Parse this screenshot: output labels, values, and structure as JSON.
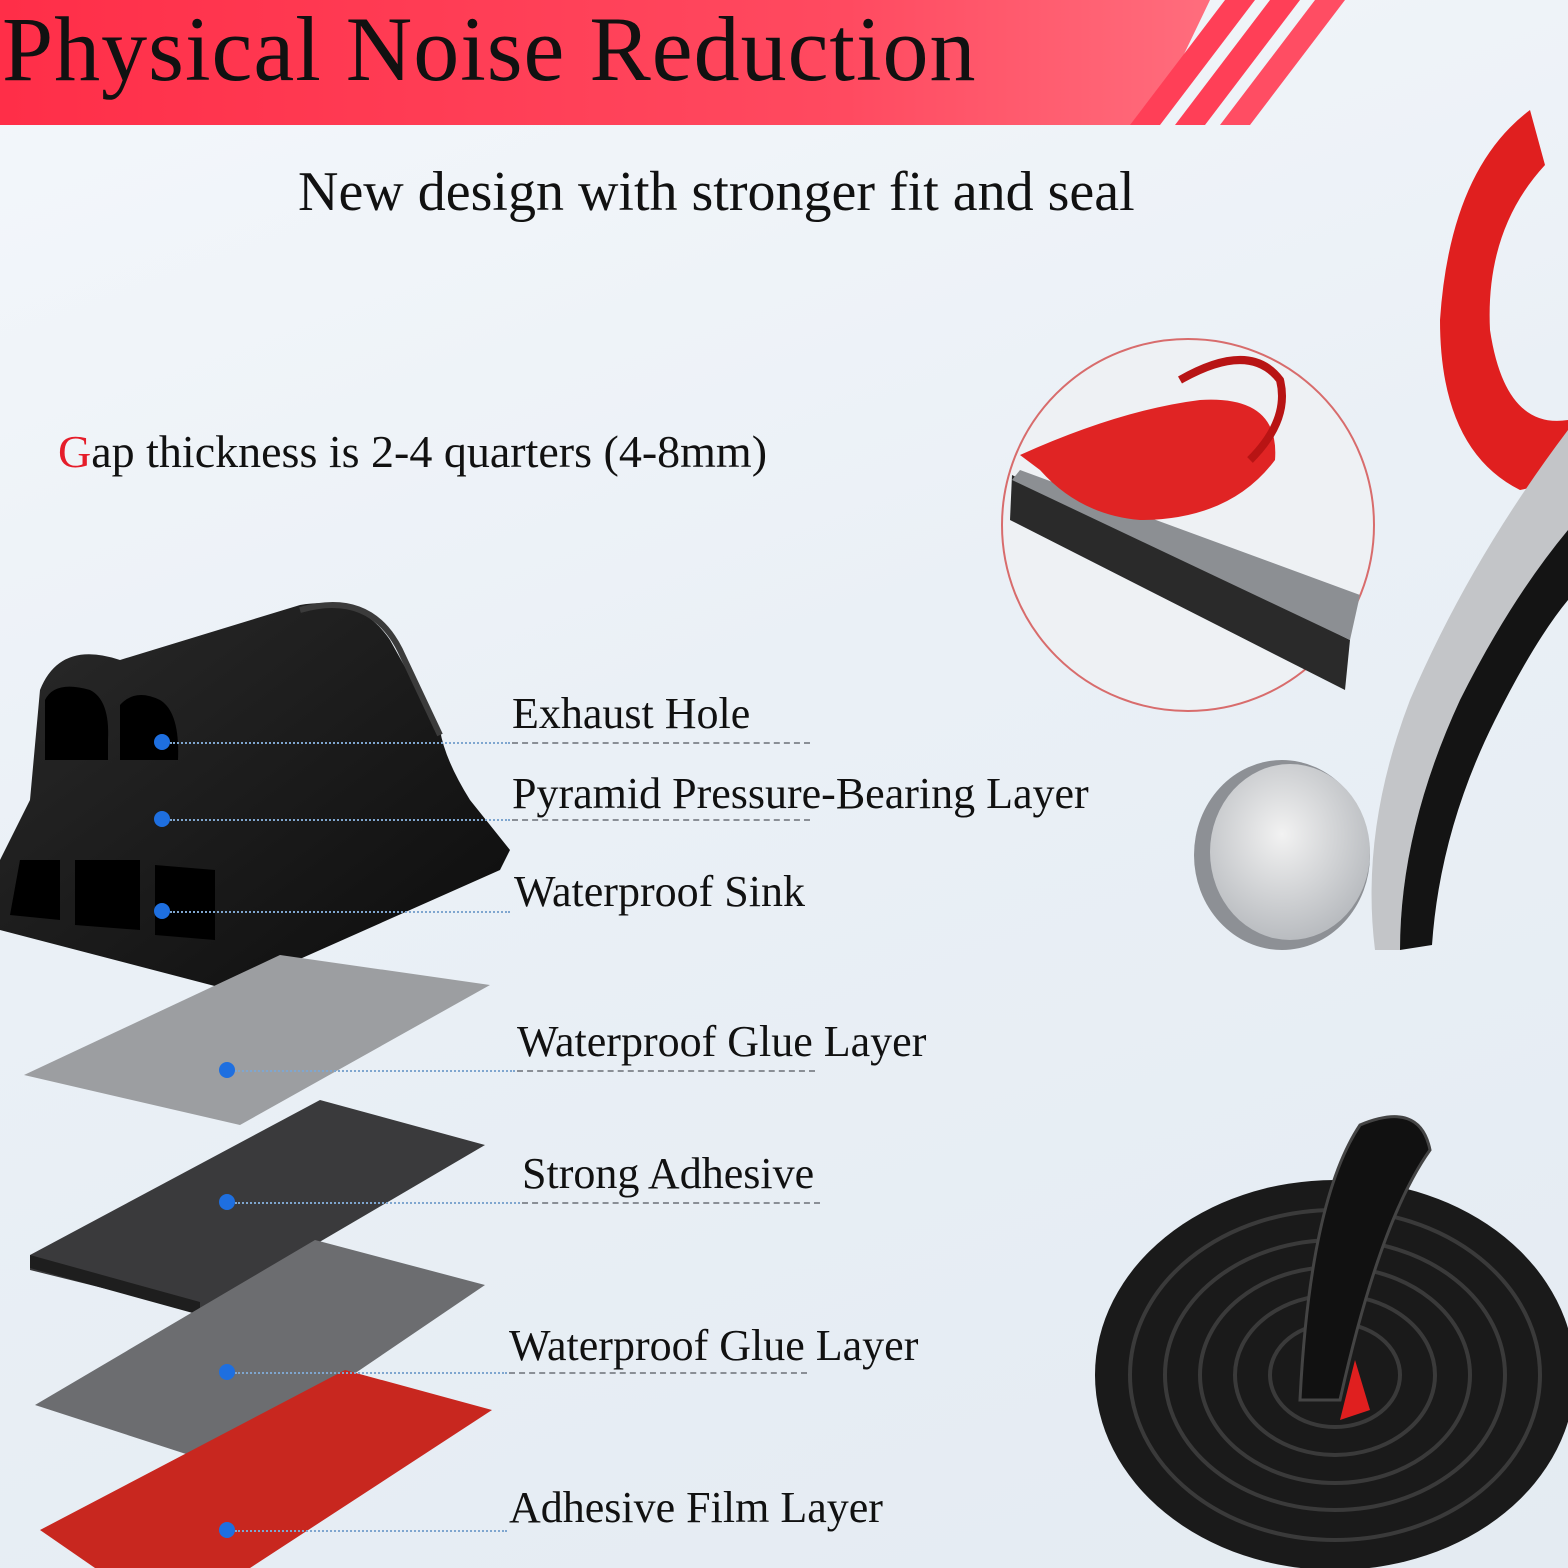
{
  "header": {
    "title": "Physical Noise Reduction",
    "accent_color": "#ff3b53"
  },
  "subtitle": "New design with stronger fit and seal",
  "gap_note": {
    "first_letter": "G",
    "rest": "ap thickness is 2-4 quarters (4-8mm)",
    "highlight_color": "#e51d2a"
  },
  "layers": [
    {
      "id": "exhaust-hole",
      "label": "Exhaust Hole"
    },
    {
      "id": "pyramid-layer",
      "label": "Pyramid Pressure-Bearing Layer"
    },
    {
      "id": "waterproof-sink",
      "label": "Waterproof Sink"
    },
    {
      "id": "waterproof-glue-layer-1",
      "label": "Waterproof Glue Layer"
    },
    {
      "id": "strong-adhesive",
      "label": "Strong Adhesive"
    },
    {
      "id": "waterproof-glue-layer-2",
      "label": "Waterproof Glue Layer"
    },
    {
      "id": "adhesive-film-layer",
      "label": "Adhesive Film Layer"
    }
  ],
  "colors": {
    "rubber": "#151515",
    "tape_red": "#d92020",
    "marker_blue": "#1e6fe0"
  }
}
